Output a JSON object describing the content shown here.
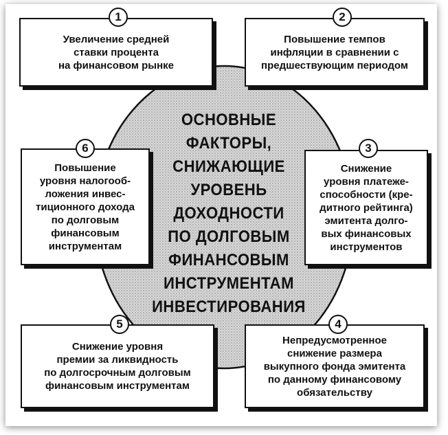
{
  "center": {
    "title": "ОСНОВНЫЕ\nФАКТОРЫ,\nСНИЖАЮЩИЕ\nУРОВЕНЬ\nДОХОДНОСТИ\nПО ДОЛГОВЫМ\nФИНАНСОВЫМ\nИНСТРУМЕНТАМ\nИНВЕСТИРОВАНИЯ"
  },
  "factors": [
    {
      "num": "1",
      "text": "Увеличение средней\nставки процента\nна финансовом рынке"
    },
    {
      "num": "2",
      "text": "Повышение темпов\nинфляции в сравнении с\nпредшествующим периодом"
    },
    {
      "num": "3",
      "text": "Снижение\nуровня платеже-\nспособности (кре-\nдитного рейтинга)\nэмитента долго-\nвых финансовых\nинструментов"
    },
    {
      "num": "4",
      "text": "Непредусмотренное\nснижение размера\nвыкупного фонда эмитента\nпо данному финансовому\nобязательству"
    },
    {
      "num": "5",
      "text": "Снижение уровня\nпремии за ликвидность\nпо долгосрочным долговым\nфинансовым инструментам"
    },
    {
      "num": "6",
      "text": "Повышение\nуровня налогооб-\nложения инвес-\nтиционного дохода\nпо долговым\nфинансовым\nинструментам"
    }
  ],
  "colors": {
    "ellipse_fill": "#c9c9c9",
    "border": "#111111"
  }
}
